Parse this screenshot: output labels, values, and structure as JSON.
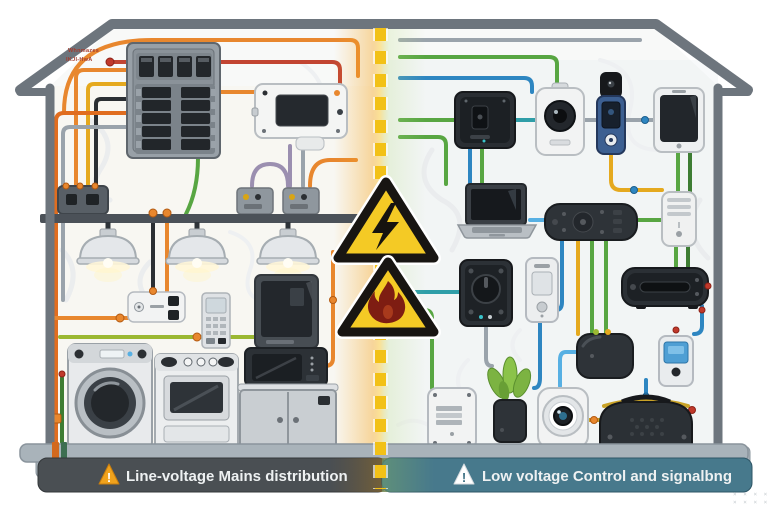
{
  "scene": {
    "background_color": "#ffffff",
    "wall_color": "#f8f9f8",
    "frame_color": "#6d757d",
    "floor_color": "#a9b3ba"
  },
  "divider": {
    "dash_color": "#f2c117",
    "glow_color": "#f5a623",
    "signs": [
      {
        "name": "high-voltage-sign",
        "symbol": "lightning-bolt",
        "fill": "#f4ca25"
      },
      {
        "name": "fire-hazard-sign",
        "symbol": "flame",
        "fill": "#f4ca25"
      }
    ]
  },
  "captions": {
    "left": {
      "label": "Line-voltage Mains distribution",
      "bar_color": "#4a4f53",
      "icon_fill": "#f0a21c",
      "icon_mark": "!",
      "text_color": "#eef1f2"
    },
    "right": {
      "label": "Low voltage Control and signalbng",
      "bar_color": "#47798c",
      "icon_fill": "#ffffff",
      "icon_mark": "!",
      "text_color": "#eef1f2"
    }
  },
  "annotation": {
    "line1": "Whnmazes",
    "line2": "IKJI-HwA",
    "color": "#a33b2e"
  },
  "watermark": {
    "row1": "× × × ×",
    "row2": "× × × ×"
  },
  "left_zone": {
    "name": "line-voltage-zone",
    "devices": [
      "breaker-panel",
      "utility-meter",
      "junction-box-dark",
      "junction-box-a",
      "junction-box-b",
      "lighting-rail",
      "pendant-lamp-1",
      "pendant-lamp-2",
      "pendant-lamp-3",
      "power-strip-controller",
      "handheld-keypad",
      "wall-display-panel",
      "washing-machine",
      "stove-oven",
      "microwave",
      "storage-cabinet"
    ]
  },
  "right_zone": {
    "name": "low-voltage-zone",
    "devices": [
      "smart-wall-panel",
      "security-camera",
      "video-doorbell",
      "tablet",
      "laptop",
      "remote-hub",
      "wall-vent-unit",
      "dial-controller",
      "intercom",
      "router-soundbar",
      "smart-hub",
      "smart-thermostat",
      "wall-junction-box",
      "potted-plant",
      "dome-camera",
      "portable-speaker"
    ]
  },
  "wire_colors": {
    "line_voltage": [
      "#e8872e",
      "#e5a91e",
      "#c24532",
      "#2b2f33",
      "#9aa3ab",
      "#58a642",
      "#9b8fb0",
      "#9bb832"
    ],
    "low_voltage": [
      "#58a642",
      "#2e86c1",
      "#2f9ea8",
      "#e5a91e",
      "#9aa3ab",
      "#3e7d33",
      "#57b0e3"
    ]
  }
}
